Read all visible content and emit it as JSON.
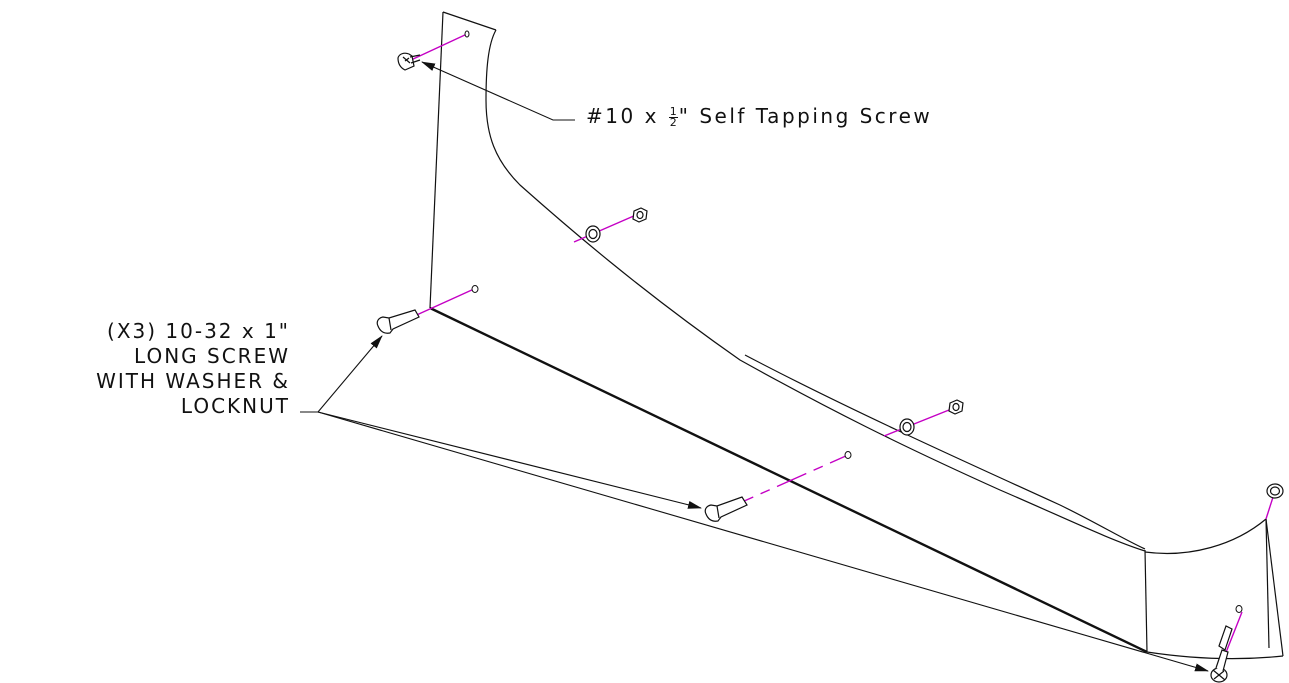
{
  "callouts": {
    "self_tapping_screw": {
      "prefix": "#10 x ",
      "fraction_numerator": "1",
      "fraction_denominator": "2",
      "suffix": "\" Self Tapping Screw"
    },
    "long_screw": {
      "line1": "(X3) 10-32 x 1\"",
      "line2": "LONG SCREW",
      "line3": "WITH WASHER &",
      "line4": "LOCKNUT"
    }
  },
  "colors": {
    "outline": "#111111",
    "centerline": "#c400c4"
  }
}
